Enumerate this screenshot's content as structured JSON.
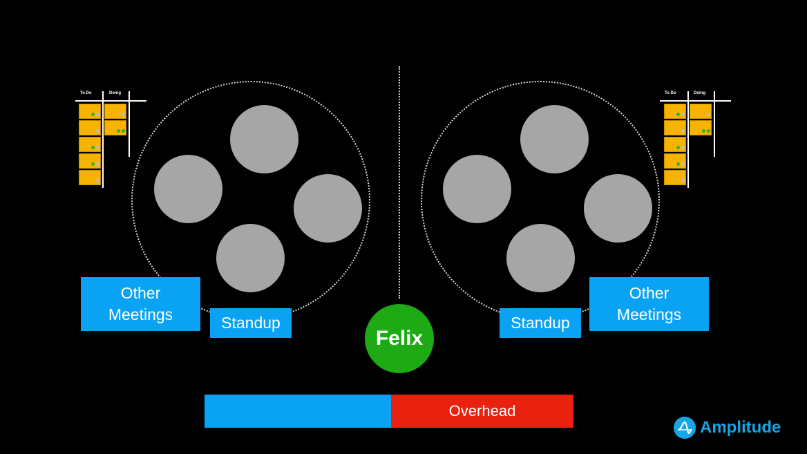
{
  "left_team": {
    "board": {
      "col1": "To Do",
      "col2": "Doing"
    },
    "other_meetings": "Other\nMeetings",
    "standup": "Standup"
  },
  "right_team": {
    "board": {
      "col1": "To Do",
      "col2": "Doing"
    },
    "other_meetings": "Other\nMeetings",
    "standup": "Standup"
  },
  "center": {
    "person": "Felix"
  },
  "bar": {
    "overhead": "Overhead"
  },
  "brand": {
    "name": "Amplitude"
  },
  "colors": {
    "background": "#000000",
    "label_blue": "#0aa2f2",
    "overhead_red": "#e8220f",
    "felix_green": "#1eaa15",
    "person_grey": "#a6a6a6",
    "card_yellow": "#f6b400",
    "brand_blue": "#14a6e6"
  }
}
